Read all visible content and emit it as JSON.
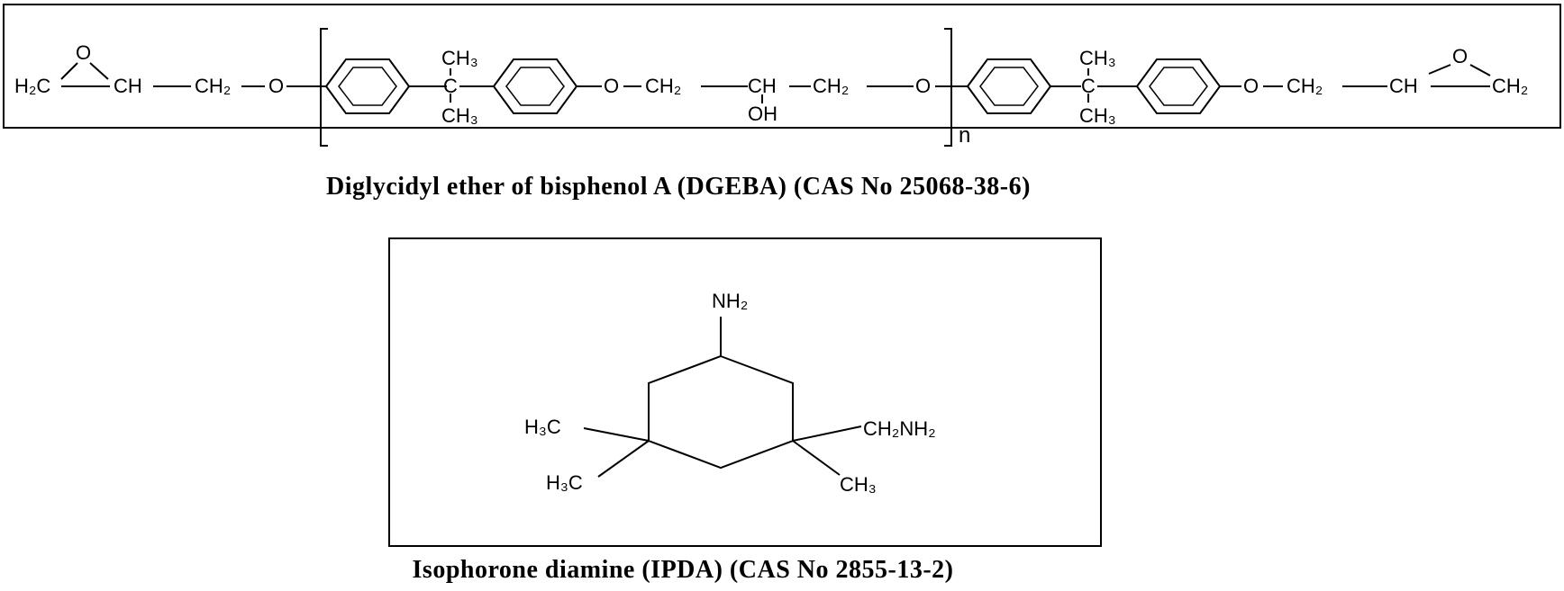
{
  "dgeba": {
    "caption": "Diglycidyl ether of bisphenol A (DGEBA) (CAS No 25068-38-6)",
    "labels": {
      "h2c": "H₂C",
      "epoxide_o": "O",
      "ch": "CH",
      "ch2": "CH₂",
      "ether_o": "O",
      "ch3": "CH₃",
      "c": "C",
      "oh": "OH",
      "repeat_n": "n"
    }
  },
  "ipda": {
    "caption": "Isophorone diamine (IPDA) (CAS No 2855-13-2)",
    "labels": {
      "nh2": "NH₂",
      "h3c": "H₃C",
      "ch2nh2": "CH₂NH₂",
      "ch3": "CH₃"
    }
  }
}
